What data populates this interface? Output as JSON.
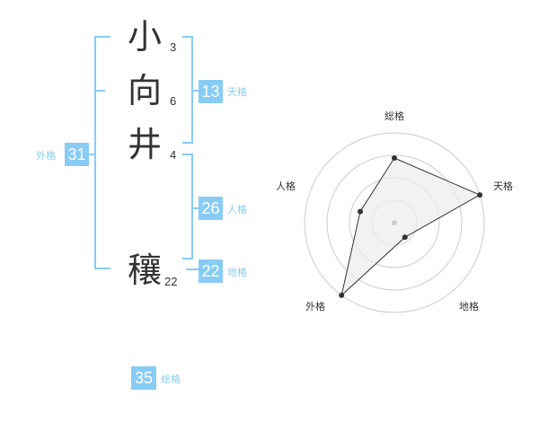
{
  "name": {
    "chars": [
      {
        "char": "小",
        "strokes": "3"
      },
      {
        "char": "向",
        "strokes": "6"
      },
      {
        "char": "井",
        "strokes": "4"
      },
      {
        "char": "穰",
        "strokes": "22"
      }
    ]
  },
  "kakusu": {
    "tenkaku": {
      "value": "13",
      "label": "天格"
    },
    "jinkaku": {
      "value": "26",
      "label": "人格"
    },
    "chikaku": {
      "value": "22",
      "label": "地格"
    },
    "gaikaku": {
      "value": "31",
      "label": "外格"
    },
    "soukaku": {
      "value": "35",
      "label": "総格"
    }
  },
  "colors": {
    "accent": "#88ccf5",
    "text": "#333333",
    "radar_fill": "#eeeeee",
    "radar_ring": "#cccccc"
  },
  "chart_data": {
    "type": "radar",
    "axes": [
      "総格",
      "天格",
      "地格",
      "外格",
      "人格"
    ],
    "values": [
      0.72,
      1.0,
      0.2,
      1.0,
      0.4
    ],
    "rings": 4
  }
}
